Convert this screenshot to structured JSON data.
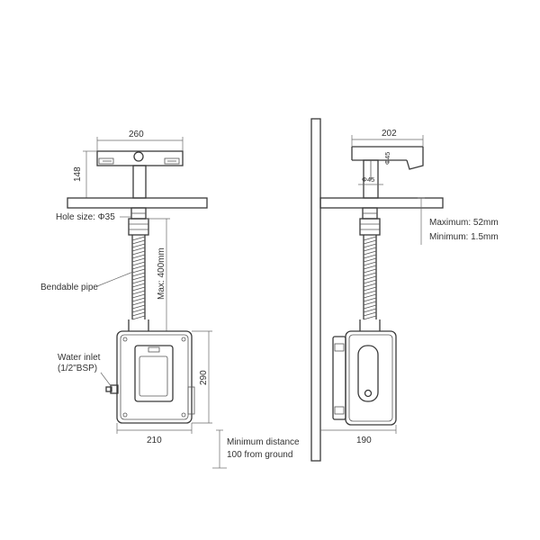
{
  "left_view": {
    "dim_width_top": "260",
    "dim_height_top": "148",
    "hole_size": "Hole size: Φ35",
    "bendable_pipe": "Bendable pipe",
    "max_length": "Max: 400mm",
    "water_inlet_line1": "Water inlet",
    "water_inlet_line2": "(1/2\"BSP)",
    "dim_box_height": "290",
    "dim_box_width": "210",
    "min_distance_line1": "Minimum distance",
    "min_distance_line2": "100 from ground"
  },
  "right_view": {
    "dim_width_top": "202",
    "dim_phi_small": "Φ45",
    "dim_phi_stem": "Φ45",
    "thickness_max": "Maximum: 52mm",
    "thickness_min": "Minimum: 1.5mm",
    "dim_box_width": "190"
  }
}
